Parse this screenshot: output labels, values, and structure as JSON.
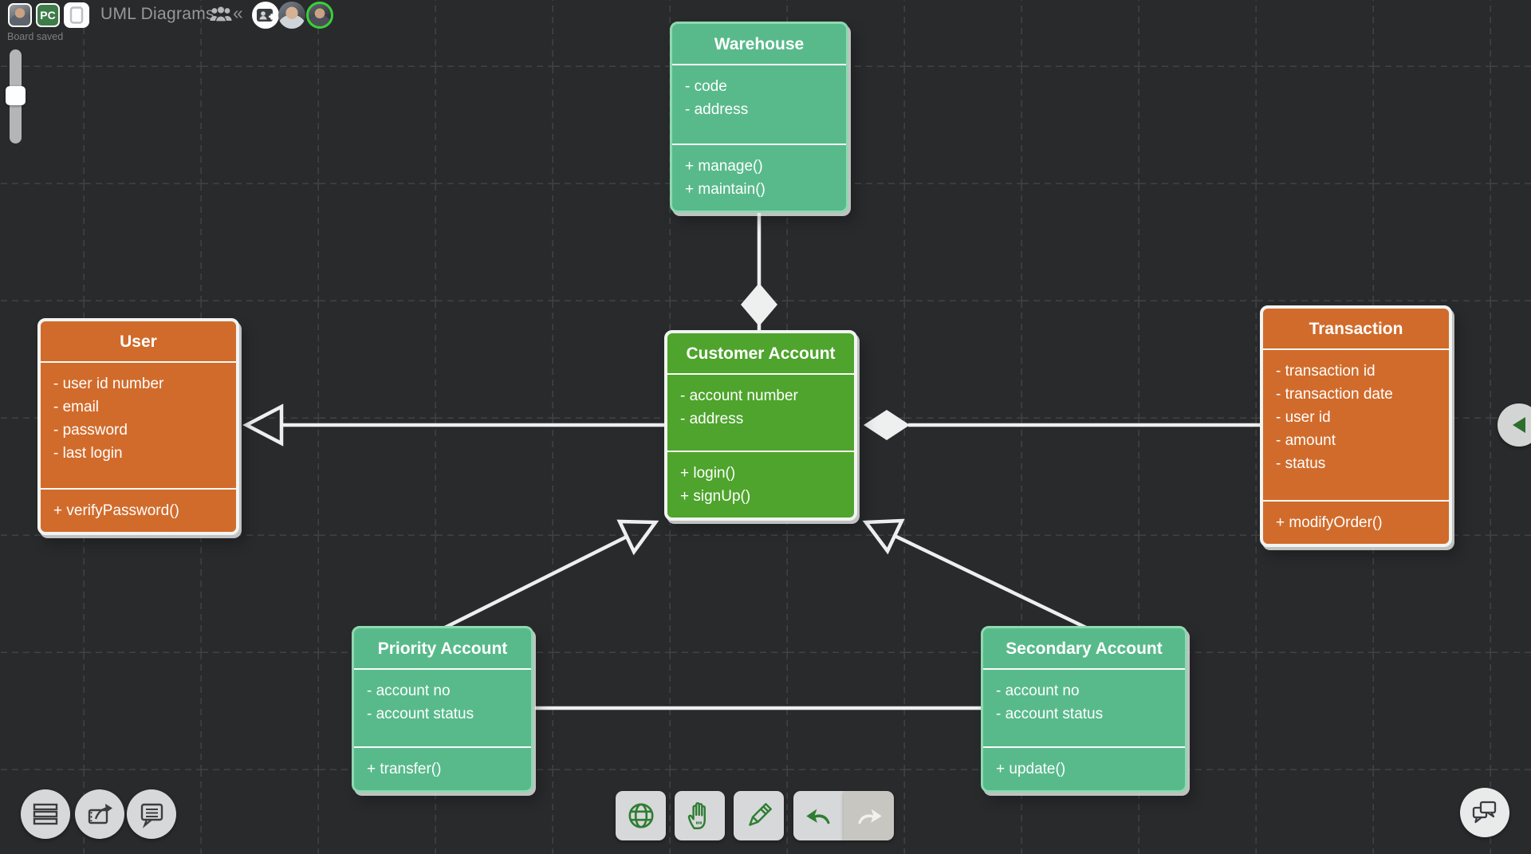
{
  "header": {
    "title": "UML Diagrams",
    "status": "Board saved",
    "pc_badge": "PC",
    "collapse_glyph": "«"
  },
  "classes": [
    {
      "title": "Warehouse",
      "attributes": [
        "- code",
        "- address"
      ],
      "methods": [
        "+ manage()",
        "+ maintain()"
      ],
      "variant": "teal"
    },
    {
      "title": "Customer Account",
      "attributes": [
        "- account number",
        "- address"
      ],
      "methods": [
        "+ login()",
        "+ signUp()"
      ],
      "variant": "green"
    },
    {
      "title": "User",
      "attributes": [
        "- user id number",
        "- email",
        "- password",
        "- last login"
      ],
      "methods": [
        "+ verifyPassword()"
      ],
      "variant": "orange"
    },
    {
      "title": "Transaction",
      "attributes": [
        "- transaction id",
        "- transaction date",
        "- user id",
        "- amount",
        "- status"
      ],
      "methods": [
        "+ modifyOrder()"
      ],
      "variant": "orange"
    },
    {
      "title": "Priority Account",
      "attributes": [
        "- account no",
        "- account status"
      ],
      "methods": [
        "+ transfer()"
      ],
      "variant": "teal"
    },
    {
      "title": "Secondary Account",
      "attributes": [
        "- account no",
        "- account status"
      ],
      "methods": [
        "+ update()"
      ],
      "variant": "teal"
    }
  ],
  "connectors": [
    {
      "from": "Warehouse",
      "to": "Customer Account",
      "type": "aggregation-diamond"
    },
    {
      "from": "Customer Account",
      "to": "User",
      "type": "open-triangle-arrow"
    },
    {
      "from": "Transaction",
      "to": "Customer Account",
      "type": "aggregation-diamond"
    },
    {
      "from": "Priority Account",
      "to": "Customer Account",
      "type": "generalization"
    },
    {
      "from": "Secondary Account",
      "to": "Customer Account",
      "type": "generalization"
    },
    {
      "from": "Priority Account",
      "to": "Secondary Account",
      "type": "association"
    }
  ],
  "icons": {
    "header": [
      "people-group-icon",
      "add-collaborator-icon"
    ],
    "corner_buttons": [
      "menu-icon",
      "export-icon",
      "comment-icon",
      "chat-icon"
    ],
    "toolbar": [
      "globe-icon",
      "hand-icon",
      "pencil-icon",
      "undo-icon",
      "redo-icon"
    ],
    "edge": [
      "collapse-triangle-icon"
    ]
  },
  "colors": {
    "background": "#292a2c",
    "grid_line": "#3e4143",
    "teal_fill": "#58ba8b",
    "teal_border": "#8fd8b1",
    "green_fill": "#4ea42c",
    "orange_fill": "#d16b2b",
    "box_border_light": "#f2f4f2",
    "connector": "#eef0ef",
    "accent_green": "#2e7d33",
    "pc_badge_green": "#3e7c49",
    "online_ring": "#3ad03a"
  }
}
